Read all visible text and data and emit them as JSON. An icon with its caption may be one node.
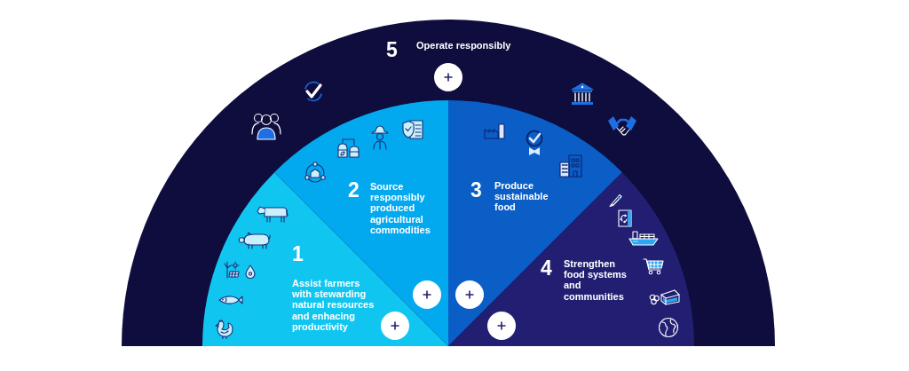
{
  "diagram": {
    "nodes": [
      {
        "text": [
          "5",
          "Operate responsibly"
        ]
      },
      {
        "text": [
          "1",
          "Assist farmers with stewarding natural resources and enhacing productivity"
        ],
        "in": 0
      },
      {
        "text": [
          "2",
          "Source responsibly produced agricultural commodities"
        ],
        "in": 0
      },
      {
        "text": [
          "3",
          "Produce sustainable food"
        ],
        "in": 0
      },
      {
        "text": [
          "4",
          "Strengthen food systems and communities"
        ],
        "in": 0
      }
    ]
  }
}
